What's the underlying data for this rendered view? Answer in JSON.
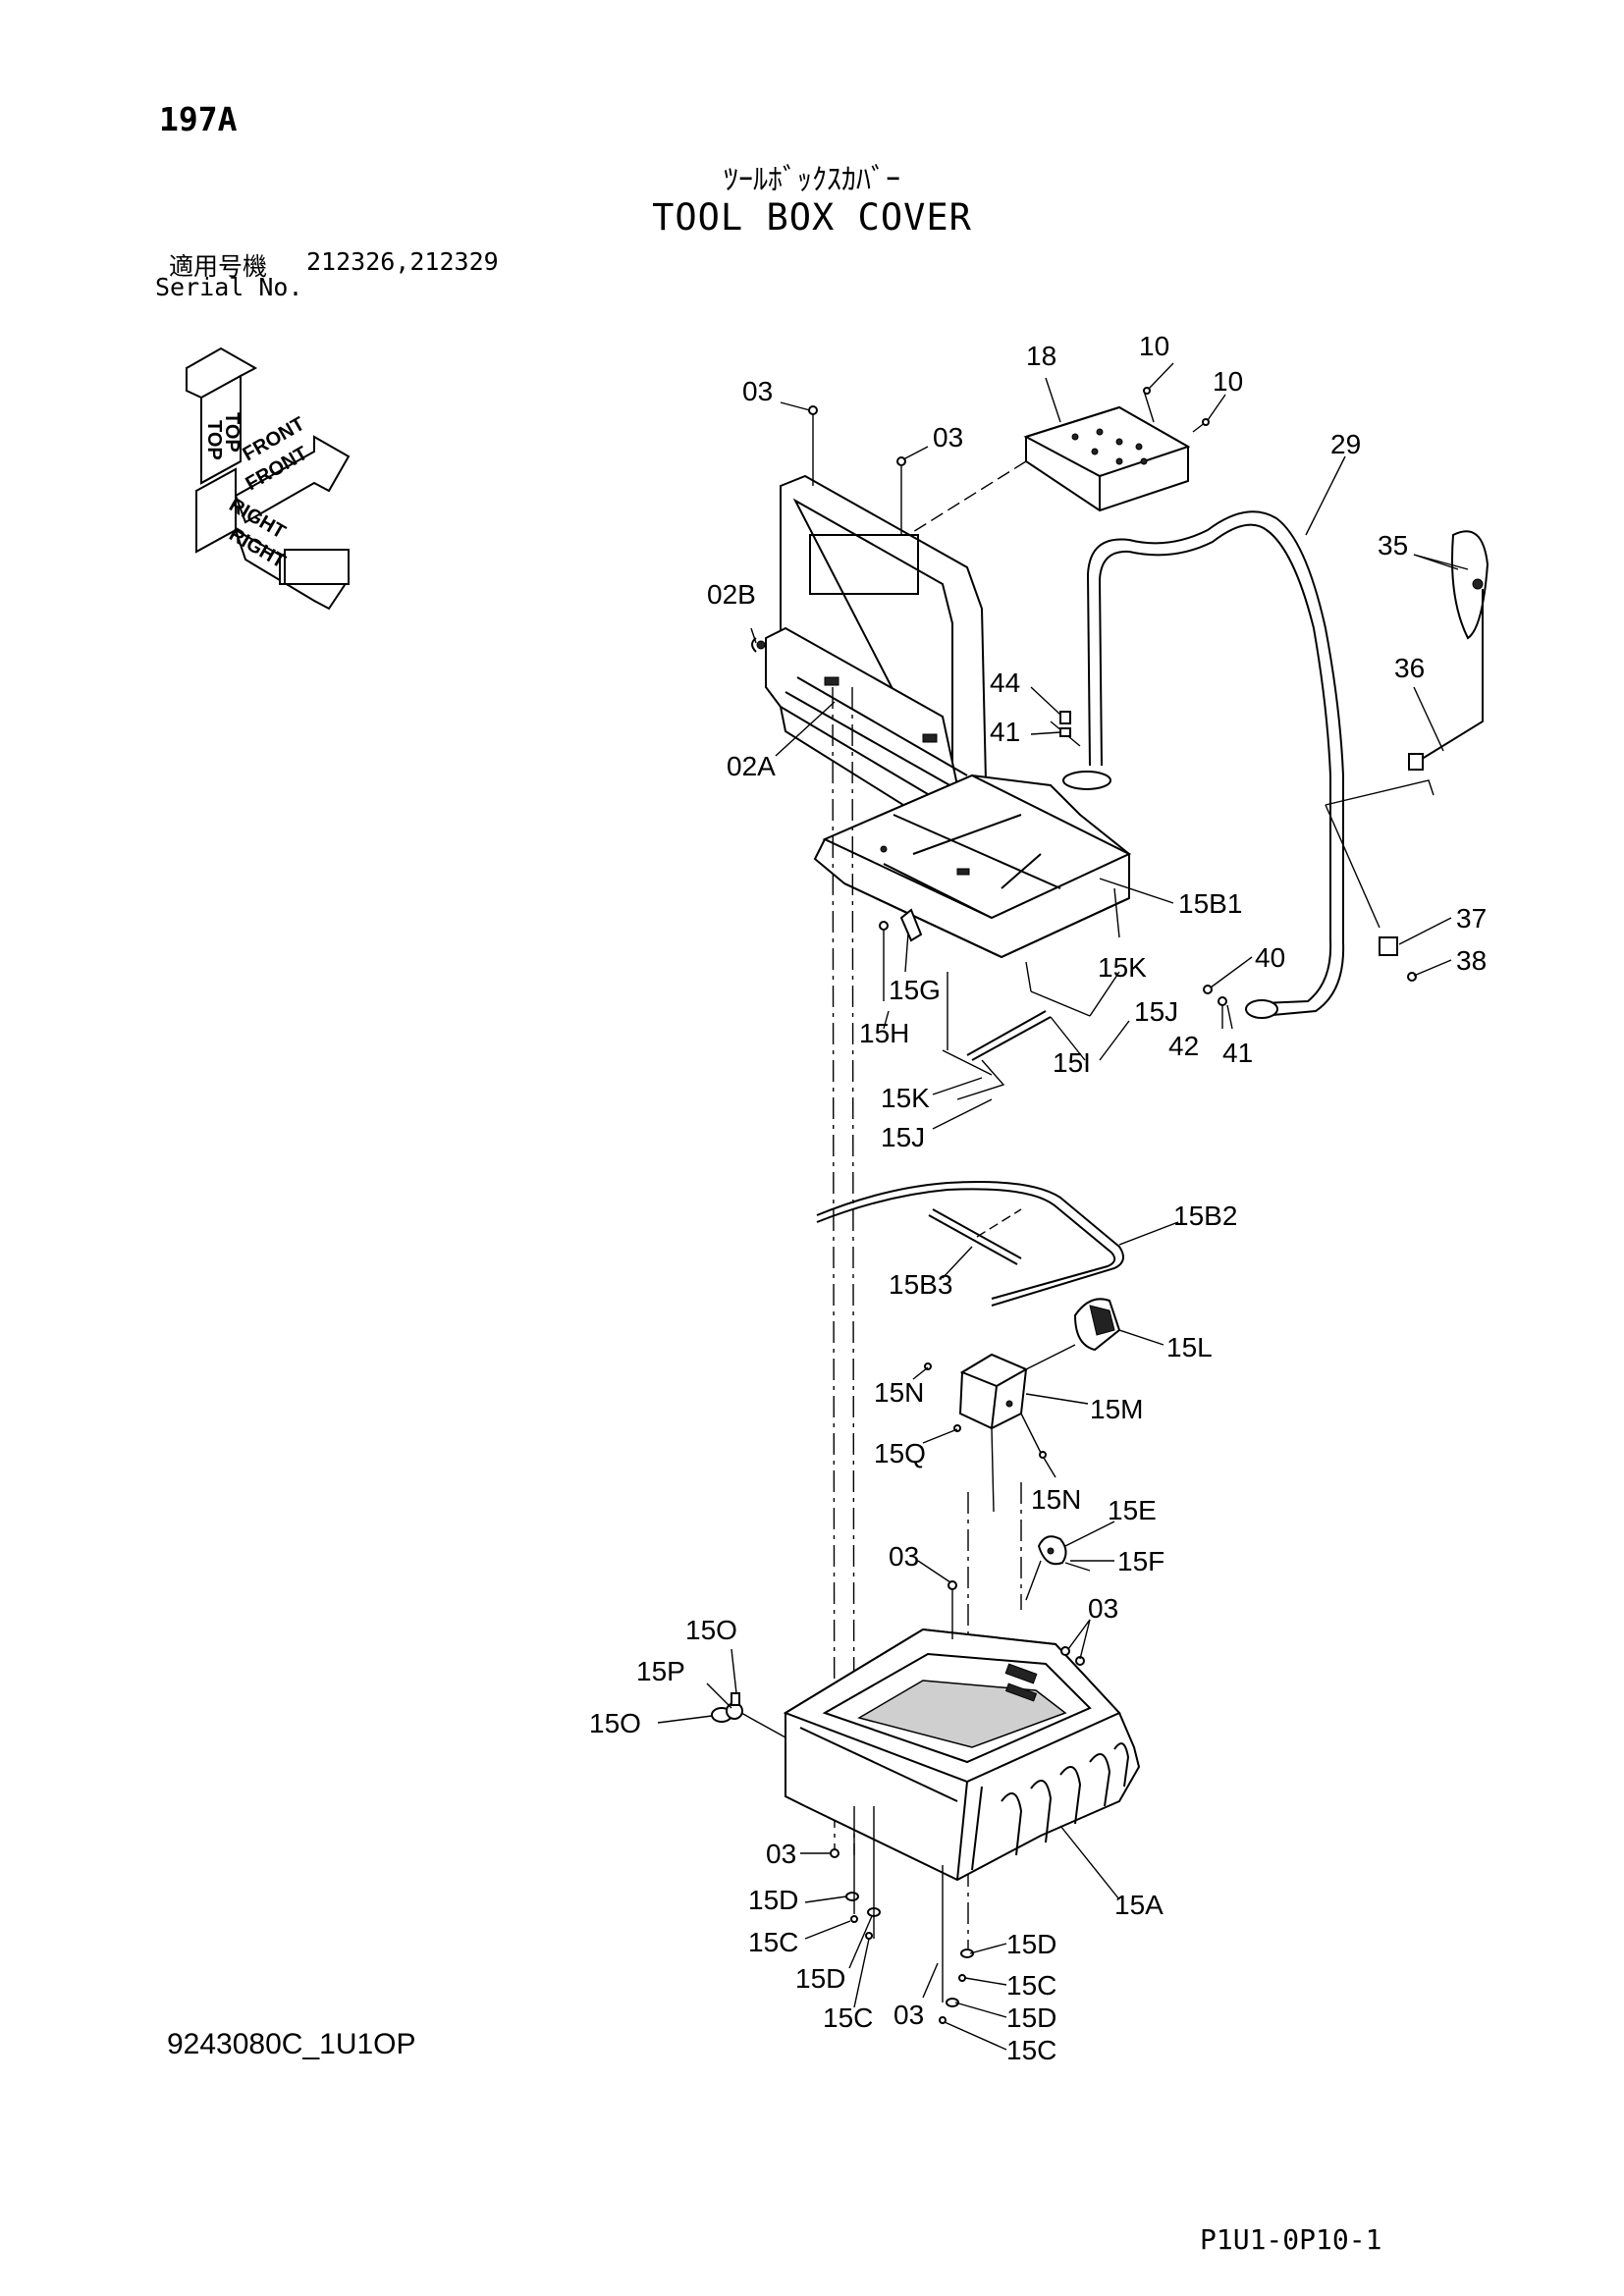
{
  "header": {
    "page_number": "197A",
    "title_jp": "ﾂｰﾙﾎﾞｯｸｽｶﾊﾞｰ",
    "title_en": "TOOL BOX COVER",
    "serial_label_jp": "適用号機",
    "serial_values": "212326,212329",
    "serial_label_en": "Serial No."
  },
  "orientation": {
    "top_label": "TOP",
    "front_label": "FRONT",
    "right_label": "RIGHT"
  },
  "parts": {
    "p03a": "03",
    "p03b": "03",
    "p10a": "10",
    "p10b": "10",
    "p18": "18",
    "p29": "29",
    "p35": "35",
    "p36": "36",
    "p02B": "02B",
    "p44": "44",
    "p41a": "41",
    "p02A": "02A",
    "p15B1": "15B1",
    "p37": "37",
    "p38": "38",
    "p40": "40",
    "p15K_a": "15K",
    "p15G": "15G",
    "p15J_a": "15J",
    "p42": "42",
    "p41b": "41",
    "p15H": "15H",
    "p15I": "15I",
    "p15K_b": "15K",
    "p15J_b": "15J",
    "p15B2": "15B2",
    "p15B3": "15B3",
    "p15L": "15L",
    "p15N_a": "15N",
    "p15M": "15M",
    "p15Q": "15Q",
    "p15N_b": "15N",
    "p15E": "15E",
    "p03c": "03",
    "p15F": "15F",
    "p03d": "03",
    "p15O_a": "15O",
    "p15P": "15P",
    "p15O_b": "15O",
    "p03e": "03",
    "p15A": "15A",
    "p15D_a": "15D",
    "p15C_a": "15C",
    "p15D_b": "15D",
    "p15D_c": "15D",
    "p15C_b": "15C",
    "p15C_c": "15C",
    "p03f": "03",
    "p15D_d": "15D",
    "p15C_d": "15C"
  },
  "footer": {
    "drawing_code": "9243080C_1U1OP",
    "sheet_code": "P1U1-0P10-1"
  }
}
